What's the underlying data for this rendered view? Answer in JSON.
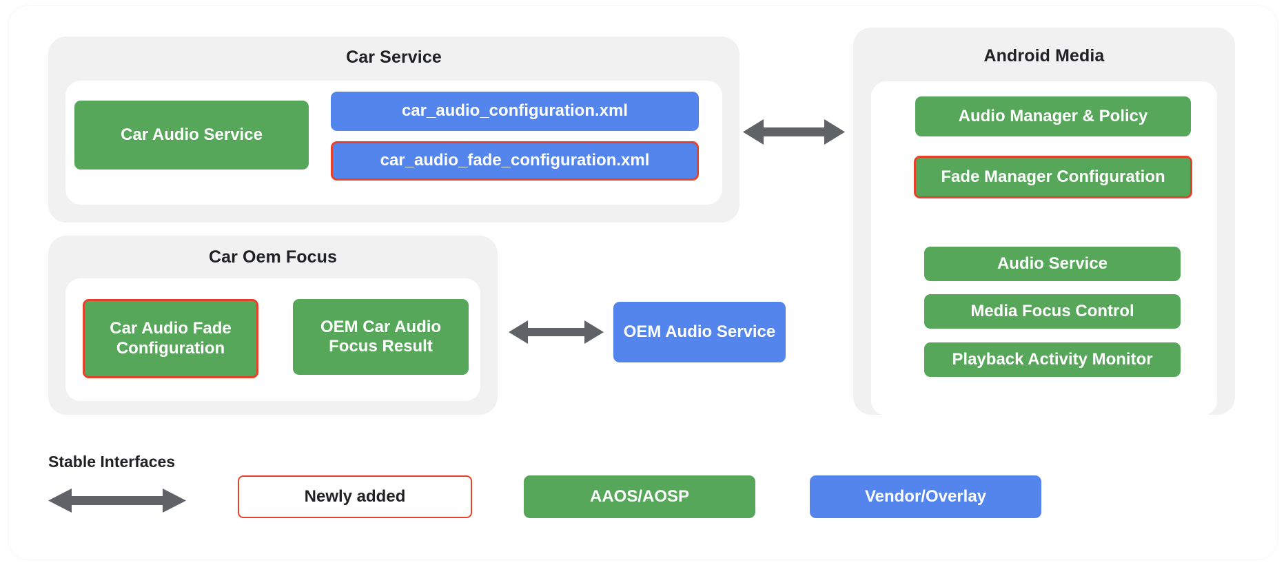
{
  "diagram": {
    "title_hidden": "",
    "colors": {
      "green": "#56a75a",
      "blue": "#5485ec",
      "highlight_red": "#e8412a",
      "panel_grey": "#f1f1f1",
      "well_white": "#ffffff",
      "arrow_grey": "#5f6368",
      "text_dark": "#202124"
    },
    "groups": [
      {
        "id": "car-service",
        "title": "Car Service",
        "nodes": [
          {
            "id": "car-audio-service",
            "label": "Car Audio Service",
            "fill": "green",
            "outlined": false
          },
          {
            "id": "car-audio-configuration-xml",
            "label": "car_audio_configuration.xml",
            "fill": "blue",
            "outlined": false
          },
          {
            "id": "car-audio-fade-configuration-xml",
            "label": "car_audio_fade_configuration.xml",
            "fill": "blue",
            "outlined": true
          }
        ]
      },
      {
        "id": "car-oem-focus",
        "title": "Car Oem Focus",
        "nodes": [
          {
            "id": "car-audio-fade-configuration",
            "label": "Car Audio Fade Configuration",
            "fill": "green",
            "outlined": true
          },
          {
            "id": "oem-car-audio-focus-result",
            "label": "OEM Car Audio Focus Result",
            "fill": "green",
            "outlined": false
          }
        ]
      },
      {
        "id": "android-media",
        "title": "Android Media",
        "nodes": [
          {
            "id": "audio-manager-policy",
            "label": "Audio Manager & Policy",
            "fill": "green",
            "outlined": false
          },
          {
            "id": "fade-manager-configuration",
            "label": "Fade Manager Configuration",
            "fill": "green",
            "outlined": true
          },
          {
            "id": "audio-service",
            "label": "Audio Service",
            "fill": "green",
            "outlined": false
          },
          {
            "id": "media-focus-control",
            "label": "Media Focus Control",
            "fill": "green",
            "outlined": false
          },
          {
            "id": "playback-activity-monitor",
            "label": "Playback Activity Monitor",
            "fill": "green",
            "outlined": false
          }
        ]
      }
    ],
    "standalone_nodes": [
      {
        "id": "oem-audio-service",
        "label": "OEM Audio Service",
        "fill": "blue",
        "outlined": false
      }
    ],
    "connectors": [
      {
        "id": "car-service-to-android-media",
        "type": "double-arrow"
      },
      {
        "id": "car-oem-focus-to-oem-audio-service",
        "type": "double-arrow"
      }
    ],
    "legend": {
      "stable_interfaces_label": "Stable Interfaces",
      "items": [
        {
          "id": "legend-stable-interfaces",
          "kind": "double-arrow",
          "label": ""
        },
        {
          "id": "legend-newly-added",
          "kind": "white-outlined-box",
          "label": "Newly added"
        },
        {
          "id": "legend-aaos-aosp",
          "kind": "green-box",
          "label": "AAOS/AOSP"
        },
        {
          "id": "legend-vendor-overlay",
          "kind": "blue-box",
          "label": "Vendor/Overlay"
        }
      ]
    }
  }
}
